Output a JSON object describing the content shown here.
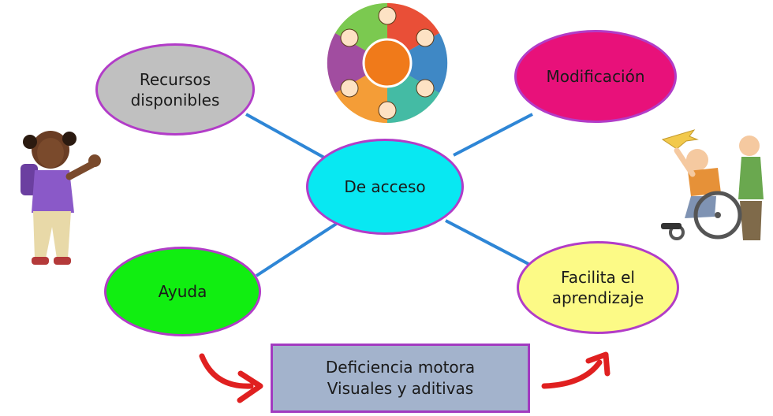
{
  "nodes": {
    "center": "De acceso",
    "recursos": "Recursos\ndisponibles",
    "modificacion": "Modificación",
    "ayuda": "Ayuda",
    "facilita": "Facilita el\naprendizaje"
  },
  "box": {
    "text": "Deficiencia motora\nVisuales y aditivas"
  },
  "colors": {
    "recursos": "#c0c0c0",
    "modificacion": "#e8117a",
    "center": "#08e8f2",
    "ayuda": "#11ee11",
    "facilita": "#fcfa86",
    "box": "#a3b3cc",
    "border": "#b23cc8",
    "connector": "#2e86d6",
    "arrow": "#e02020"
  },
  "illustrations": [
    "children-circle-illustration",
    "girl-waving-illustration",
    "wheelchair-boys-illustration"
  ]
}
